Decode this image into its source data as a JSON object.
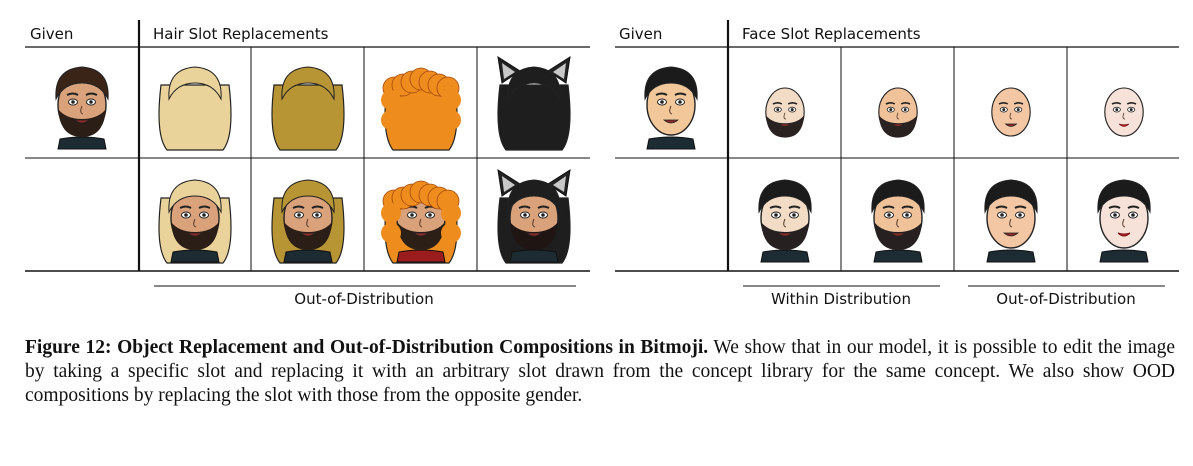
{
  "left_panel": {
    "given_header": "Given",
    "title": "Hair Slot Replacements",
    "footer_label": "Out-of-Distribution",
    "hair_colors": [
      "#ead39b",
      "#b89534",
      "#ee8c1e",
      "#1e1e1e"
    ],
    "beard_colors": [
      "#2b1e16",
      "#2a1e16",
      "#2b1f16",
      "#1f1613"
    ],
    "given_hair": "#3a2418"
  },
  "right_panel": {
    "given_header": "Given",
    "title": "Face Slot Replacements",
    "footer_labels": [
      "Within Distribution",
      "Out-of-Distribution"
    ],
    "skin_colors": [
      "#f3dcc6",
      "#f0c29a",
      "#f3c7a3",
      "#f6e2d8"
    ],
    "given_skin": "#f2c89a"
  },
  "caption": {
    "label": "Figure 12: Object Replacement and Out-of-Distribution Compositions in Bitmoji.",
    "text": "We show that in our model, it is possible to edit the image by taking a specific slot and replacing it with an arbitrary slot drawn from the concept library for the same concept. We also show OOD compositions by replacing the slot with those from the opposite gender."
  }
}
